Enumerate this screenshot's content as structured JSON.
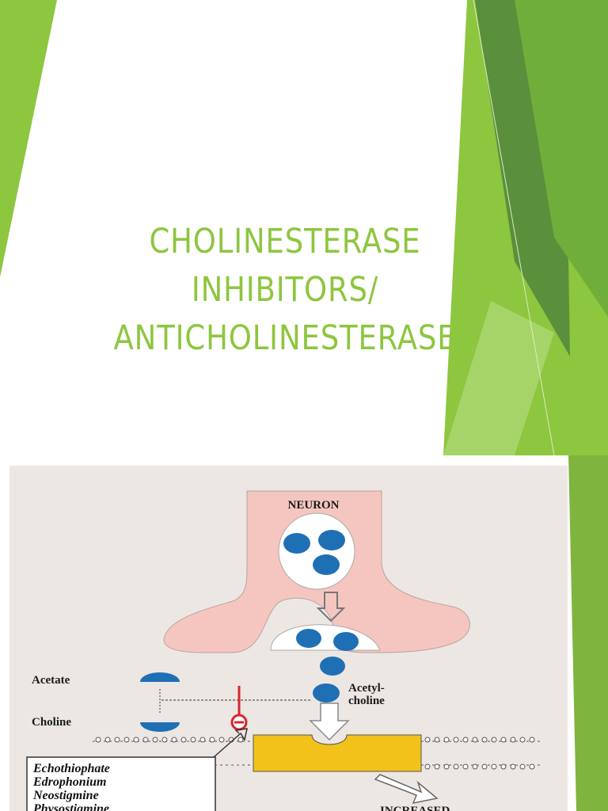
{
  "slide": {
    "title_lines": [
      "CHOLINESTERASE",
      "INHIBITORS/",
      "ANTICHOLINESTERASE"
    ],
    "accent_color": "#8dc63f"
  },
  "figure": {
    "neuron_label": "NEURON",
    "acetate_label": "Acetate",
    "choline_label": "Choline",
    "acetylcholine_label_line1": "Acetyl-",
    "acetylcholine_label_line2": "choline",
    "drugs": [
      "Echothiophate",
      "Edrophonium",
      "Neostigmine",
      "Physostigmine"
    ],
    "effect_label": "INCREASED",
    "colors": {
      "neuron": "#f5c6c0",
      "vesicle": "#1f6fb5",
      "inhibitor": "#d8262e",
      "receptor": "#f2c21b",
      "background": "#ede7e3"
    }
  }
}
